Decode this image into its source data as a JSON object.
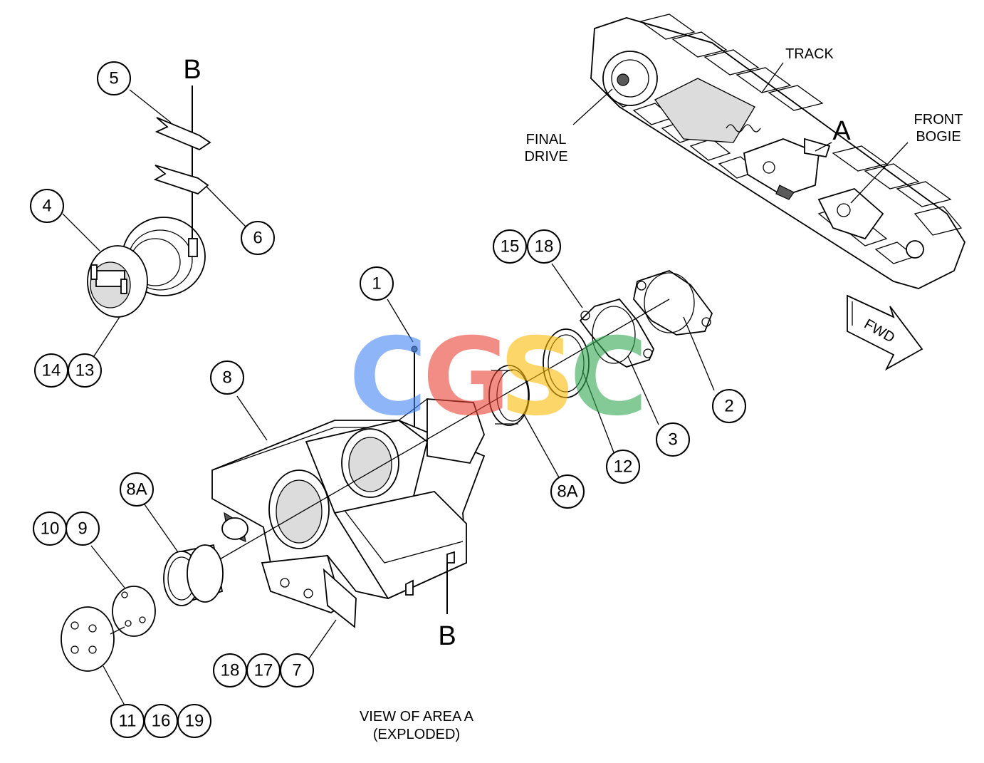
{
  "callouts": {
    "c1": "1",
    "c2": "2",
    "c3": "3",
    "c4": "4",
    "c5": "5",
    "c6": "6",
    "c7": "7",
    "c8": "8",
    "c8a_left": "8A",
    "c8a_right": "8A",
    "c9": "9",
    "c10": "10",
    "c11": "11",
    "c12": "12",
    "c13": "13",
    "c14": "14",
    "c15": "15",
    "c16": "16",
    "c17": "17",
    "c18_top": "18",
    "c18_bottom": "18",
    "c19": "19"
  },
  "section_marks": {
    "b_top": "B",
    "b_bottom": "B",
    "a_mark": "A"
  },
  "labels": {
    "track": "TRACK",
    "final_drive_1": "FINAL",
    "final_drive_2": "DRIVE",
    "front_bogie_1": "FRONT",
    "front_bogie_2": "BOGIE",
    "fwd": "FWD",
    "view_title_1": "VIEW OF AREA A",
    "view_title_2": "(EXPLODED)"
  },
  "watermark": {
    "letters": [
      "C",
      "G",
      "S",
      "C"
    ],
    "colors": [
      "#4285f4",
      "#ea4335",
      "#fbbc05",
      "#34a853"
    ]
  }
}
